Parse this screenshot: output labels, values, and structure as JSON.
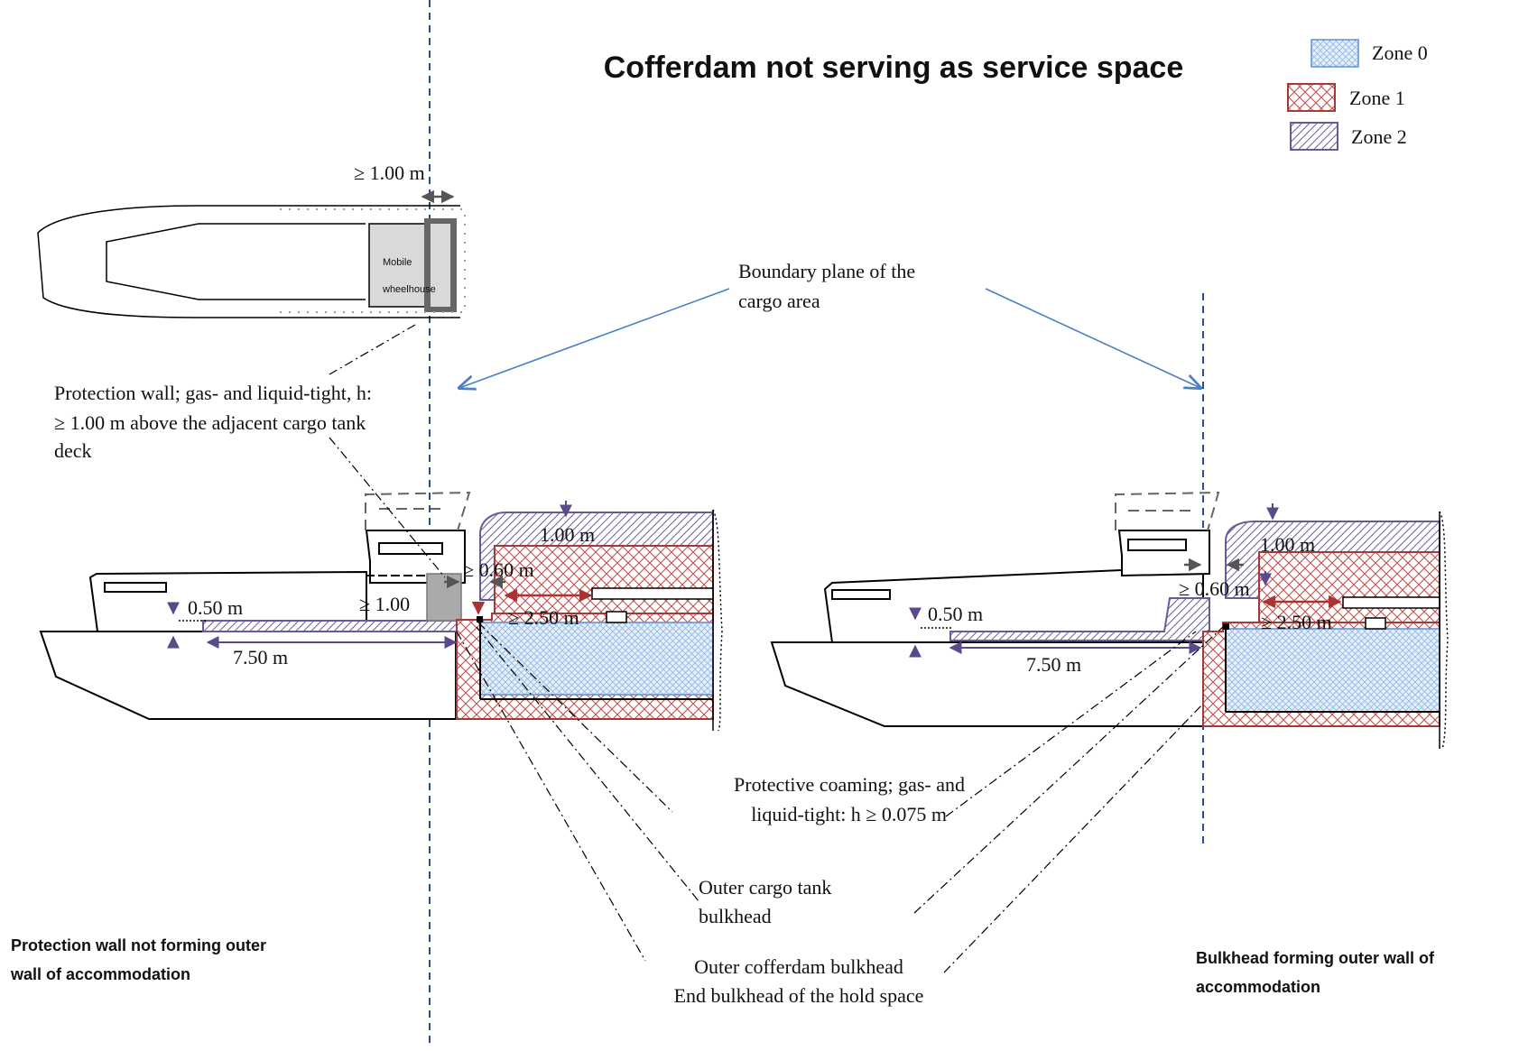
{
  "title": "Cofferdam not serving as service space",
  "legend": [
    {
      "label": "Zone 0",
      "color": "#5b8fd6"
    },
    {
      "label": "Zone 1",
      "color": "#c0504d"
    },
    {
      "label": "Zone 2",
      "color": "#6a5a9a"
    }
  ],
  "labels": {
    "top_dim": "≥ 1.00 m",
    "mobile": "Mobile",
    "wheelhouse": "wheelhouse",
    "boundary_1": "Boundary plane of the",
    "boundary_2": "cargo area",
    "prot_wall_1": "Protection wall; gas- and liquid-tight, h:",
    "prot_wall_2": "≥ 1.00 m above the adjacent cargo tank",
    "prot_wall_3": "deck",
    "left_100": "1.00 m",
    "left_060": "≥ 0.60 m",
    "left_050": "0.50 m",
    "left_ge100": "≥ 1.00",
    "left_250": "≥ 2.50 m",
    "left_750": "7.50 m",
    "right_100": "1.00 m",
    "right_060": "≥ 0.60 m",
    "right_050": "0.50 m",
    "right_250": "≥ 2.50 m",
    "right_750": "7.50 m",
    "coaming_1": "Protective coaming; gas- and",
    "coaming_2": "liquid-tight: h ≥ 0.075 m",
    "outer_tank_1": "Outer cargo tank",
    "outer_tank_2": "bulkhead",
    "cofferdam_1": "Outer cofferdam bulkhead",
    "cofferdam_2": "End bulkhead of the hold space",
    "caption_left_1": "Protection wall not forming outer",
    "caption_left_2": "wall of accommodation",
    "caption_right_1": "Bulkhead forming outer wall of",
    "caption_right_2": "accommodation"
  }
}
